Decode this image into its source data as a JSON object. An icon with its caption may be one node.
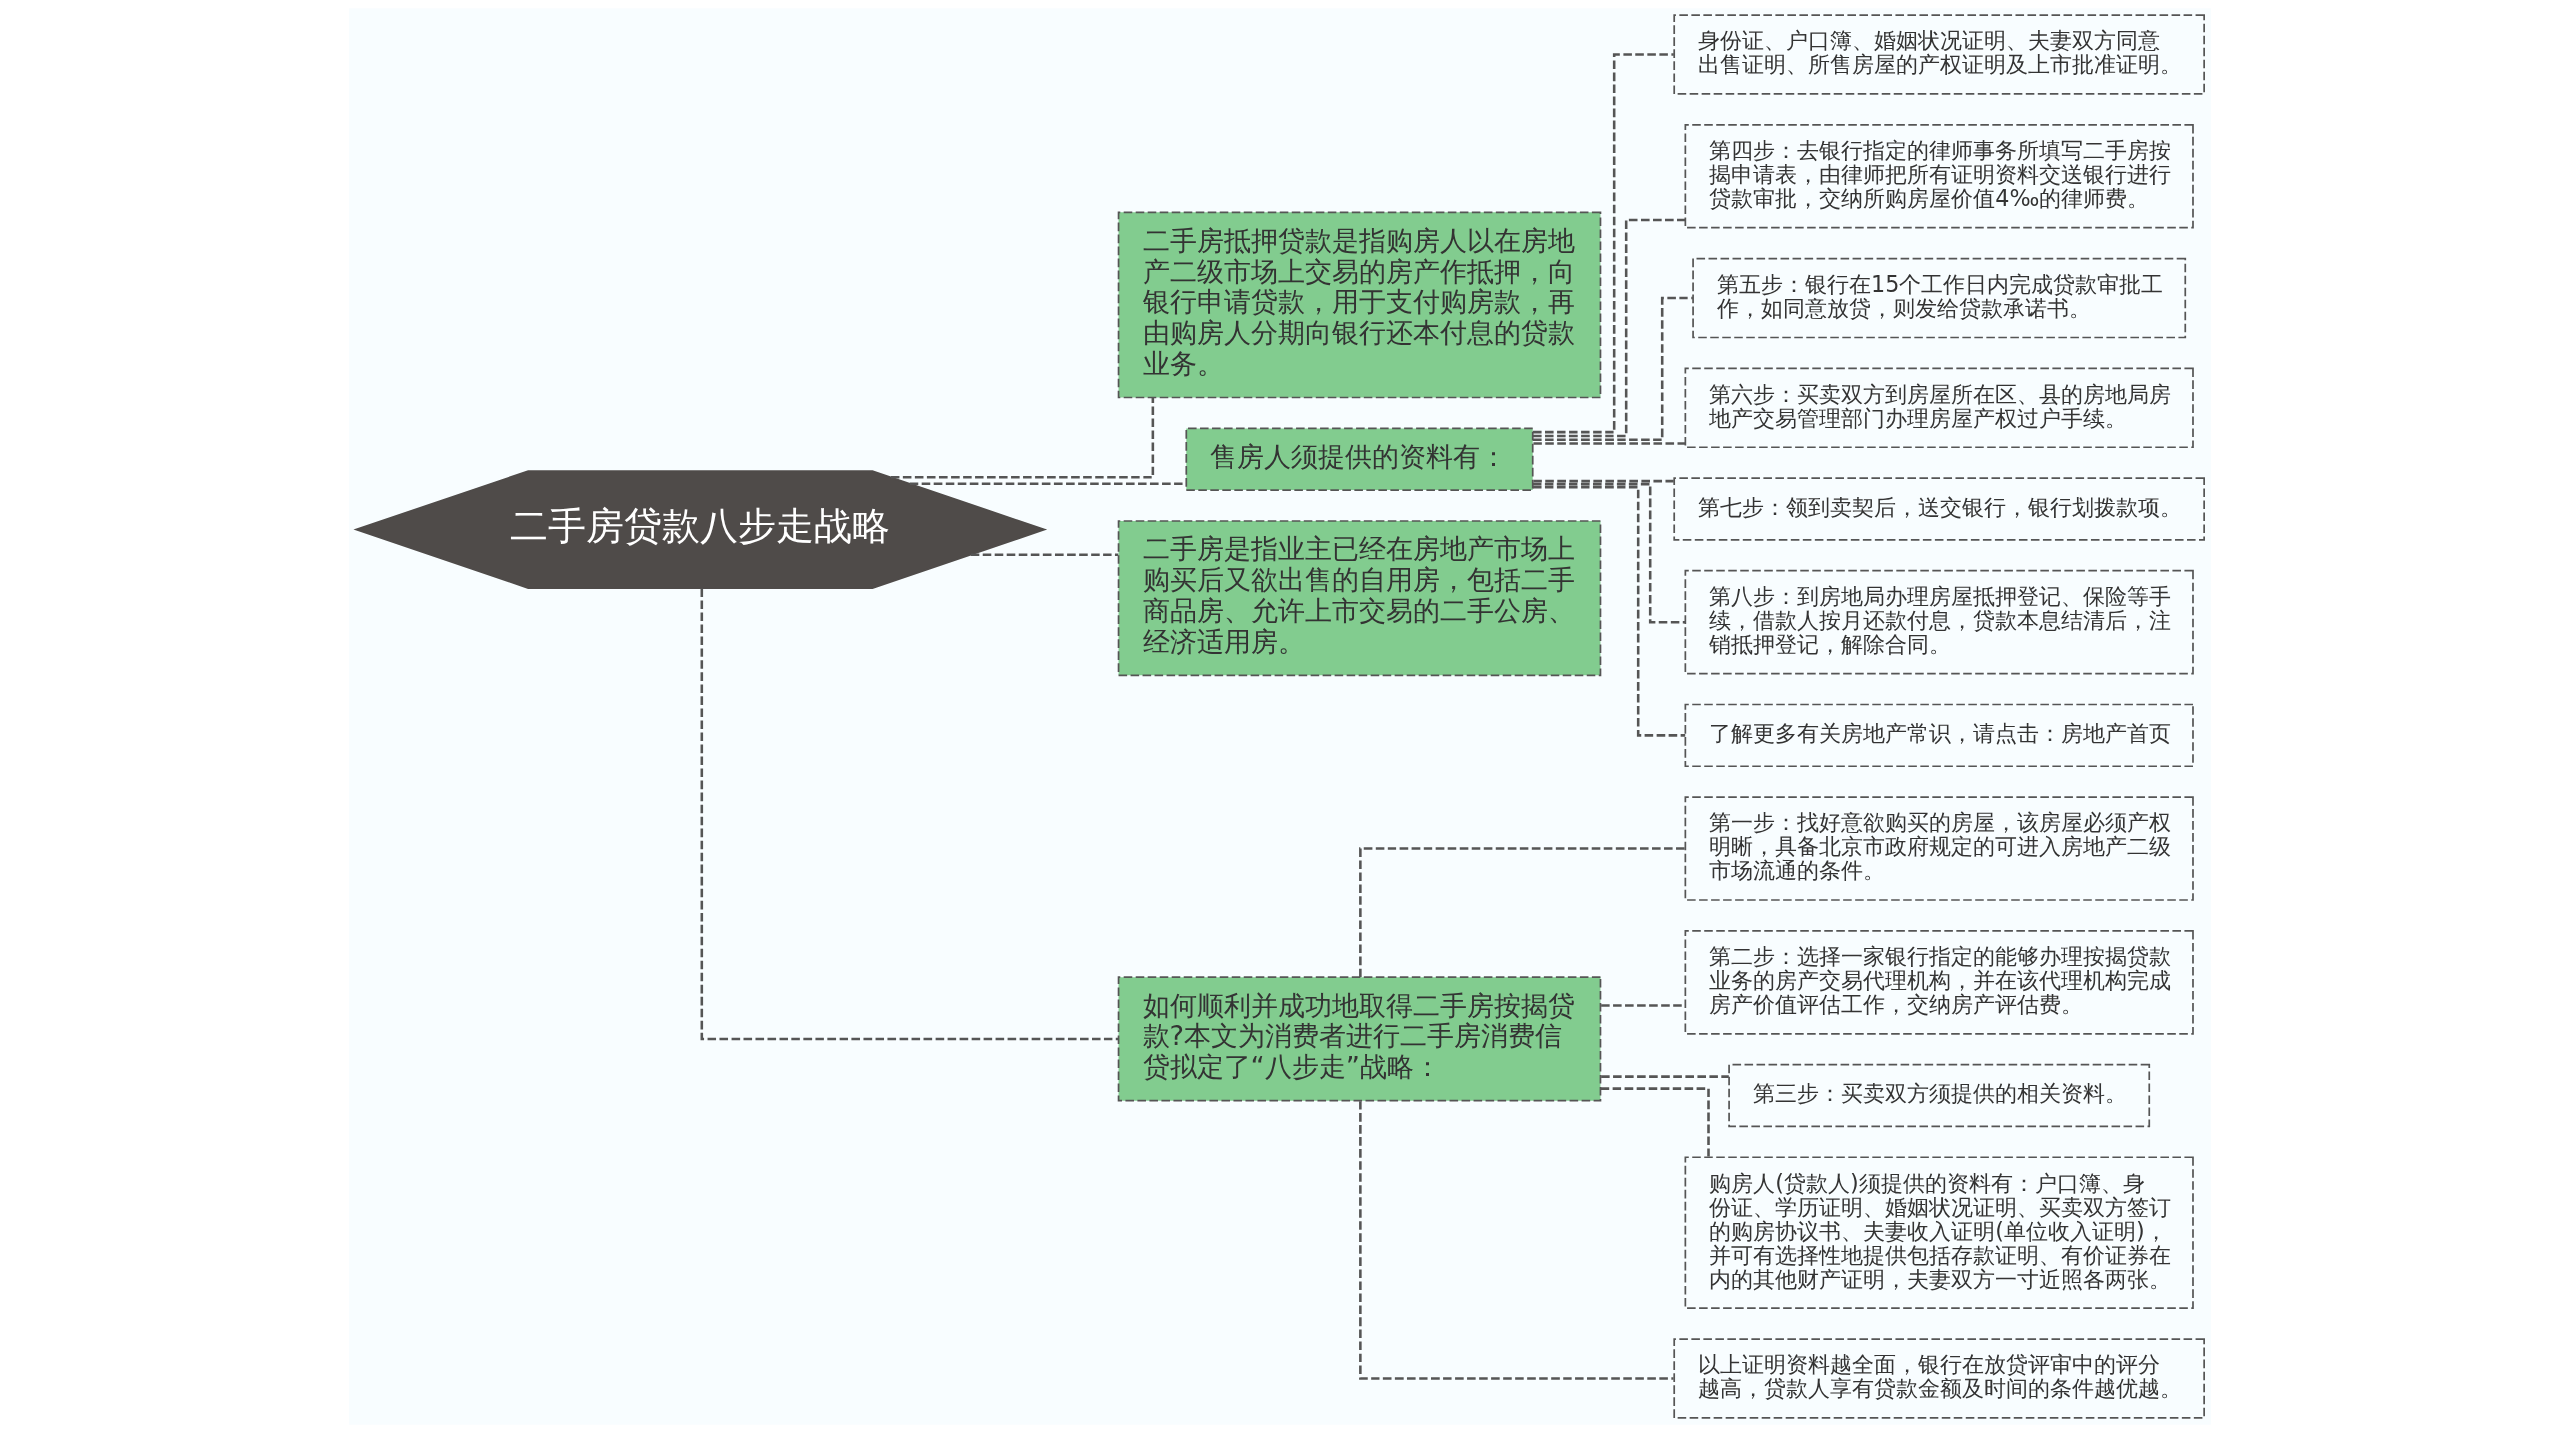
{
  "diagram": {
    "nodes": [
      {
        "text": [
          "二手房贷款八步走战略"
        ]
      },
      {
        "text": [
          "二手房抵押贷款是指购房人以在房地产二级市场上交易的房产作抵押，向银行申请贷款，用于支付购房款，再由购房人分期向银行还本付息的贷款业务。"
        ]
      },
      {
        "text": [
          "售房人须提供的资料有："
        ]
      },
      {
        "text": [
          "身份证、户口簿、婚姻状况证明、夫妻双方同意出售证明、所售房屋的产权证明及上市批准证明。"
        ]
      },
      {
        "text": [
          "第四步：去银行指定的律师事务所填写二手房按揭申请表，由律师把所有证明资料交送银行进行贷款审批，交纳所购房屋价值4‰的律师费。"
        ]
      },
      {
        "text": [
          "第五步：银行在15个工作日内完成贷款审批工作，如同意放贷，则发给贷款承诺书。"
        ]
      },
      {
        "text": [
          "第六步：买卖双方到房屋所在区、县的房地局房地产交易管理部门办理房屋产权过户手续。"
        ]
      },
      {
        "text": [
          "第七步：领到卖契后，送交银行，银行划拨款项。"
        ]
      },
      {
        "text": [
          "第八步：到房地局办理房屋抵押登记、保险等手续，借款人按月还款付息，贷款本息结清后，注销抵押登记，解除合同。"
        ]
      },
      {
        "text": [
          "了解更多有关房地产常识，请点击：房地产首页"
        ]
      },
      {
        "text": [
          "二手房是指业主已经在房地产市场上购买后又欲出售的自用房，包括二手商品房、允许上市交易的二手公房、经济适用房。"
        ]
      },
      {
        "text": [
          "如何顺利并成功地取得二手房按揭贷款?本文为消费者进行二手房消费信贷拟定了“八步走”战略："
        ]
      },
      {
        "text": [
          "第一步：找好意欲购买的房屋，该房屋必须产权明晰，具备北京市政府规定的可进入房地产二级市场流通的条件。"
        ]
      },
      {
        "text": [
          "第二步：选择一家银行指定的能够办理按揭贷款业务的房产交易代理机构，并在该代理机构完成房产价值评估工作，交纳房产评估费。"
        ]
      },
      {
        "text": [
          "第三步：买卖双方须提供的相关资料。"
        ]
      },
      {
        "text": [
          "购房人(贷款人)须提供的资料有：户口簿、身份证、学历证明、婚姻状况证明、买卖双方签订的购房协议书、夫妻收入证明(单位收入证明)，并可有选择性地提供包括存款证明、有价证券在内的其他财产证明，夫妻双方一寸近照各两张。"
        ]
      },
      {
        "text": [
          "以上证明资料越全面，银行在放贷评审中的评分越高，贷款人享有贷款金额及时间的条件越优越。"
        ]
      }
    ],
    "edges": [
      {
        "from": 0,
        "to": 1,
        "arrow": "none",
        "style": "dashed"
      },
      {
        "from": 0,
        "to": 2,
        "arrow": "none",
        "style": "dashed"
      },
      {
        "from": 2,
        "to": 3,
        "arrow": "none",
        "style": "dashed"
      },
      {
        "from": 2,
        "to": 4,
        "arrow": "none",
        "style": "dashed"
      },
      {
        "from": 2,
        "to": 5,
        "arrow": "none",
        "style": "dashed"
      },
      {
        "from": 2,
        "to": 6,
        "arrow": "none",
        "style": "dashed"
      },
      {
        "from": 2,
        "to": 7,
        "arrow": "none",
        "style": "dashed"
      },
      {
        "from": 2,
        "to": 8,
        "arrow": "none",
        "style": "dashed"
      },
      {
        "from": 2,
        "to": 9,
        "arrow": "none",
        "style": "dashed"
      },
      {
        "from": 0,
        "to": 10,
        "arrow": "none",
        "style": "dashed"
      },
      {
        "from": 0,
        "to": 11,
        "arrow": "none",
        "style": "dashed"
      },
      {
        "from": 11,
        "to": 12,
        "arrow": "none",
        "style": "dashed"
      },
      {
        "from": 11,
        "to": 13,
        "arrow": "none",
        "style": "dashed"
      },
      {
        "from": 11,
        "to": 14,
        "arrow": "none",
        "style": "dashed"
      },
      {
        "from": 11,
        "to": 15,
        "arrow": "none",
        "style": "dashed"
      },
      {
        "from": 11,
        "to": 16,
        "arrow": "none",
        "style": "dashed"
      }
    ]
  }
}
